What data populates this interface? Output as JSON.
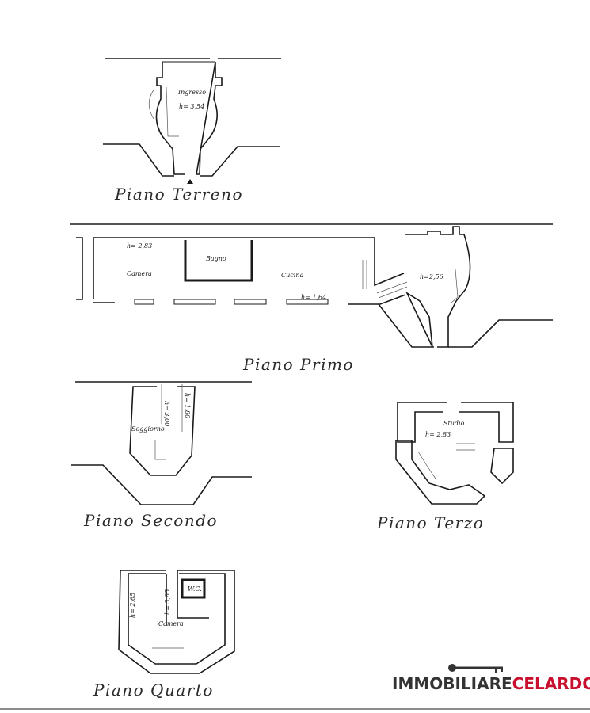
{
  "floors": {
    "terreno": {
      "title": "Piano Terreno",
      "room": "Ingresso",
      "height": "h= 3,54"
    },
    "primo": {
      "title": "Piano Primo",
      "rooms": {
        "camera": "Camera",
        "bagno": "Bagno",
        "cucina": "Cucina"
      },
      "heights": {
        "camera": "h= 2,83",
        "cucina": "h= 1,64",
        "stair": "h=2,56"
      }
    },
    "secondo": {
      "title": "Piano Secondo",
      "room": "Soggiorno",
      "heights": {
        "left": "h= 3,00",
        "right": "h= 1,80"
      }
    },
    "terzo": {
      "title": "Piano Terzo",
      "room": "Studio",
      "height": "h= 2,83"
    },
    "quarto": {
      "title": "Piano Quarto",
      "rooms": {
        "wc": "W.C.",
        "camera": "Camera"
      },
      "heights": {
        "left": "h= 2,65",
        "right": "h= 3,85"
      }
    }
  },
  "logo": {
    "part1": "IMMOBILIARE",
    "part2": "CELARDO",
    "reg": "®"
  },
  "colors": {
    "ink": "#1a1a1a",
    "logo_dark": "#333333",
    "logo_red": "#c8102e"
  }
}
